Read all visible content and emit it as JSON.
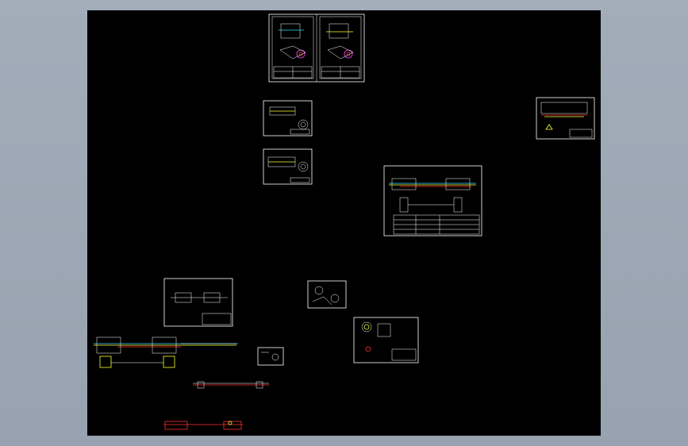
{
  "viewport": {
    "background": "#000000",
    "frame_color": "#ffffff"
  },
  "colors": {
    "red": "#ff3030",
    "yellow": "#ffff30",
    "cyan": "#30e0ff",
    "magenta": "#ff40ff",
    "white": "#ffffff"
  },
  "sheets": [
    {
      "id": "sheet-top-assembly"
    },
    {
      "id": "sheet-part-a"
    },
    {
      "id": "sheet-part-b"
    },
    {
      "id": "sheet-right-small"
    },
    {
      "id": "sheet-shaft-main"
    },
    {
      "id": "sheet-left-lower"
    },
    {
      "id": "sheet-center-small"
    },
    {
      "id": "sheet-bottom-right"
    },
    {
      "id": "sheet-tiny"
    }
  ]
}
